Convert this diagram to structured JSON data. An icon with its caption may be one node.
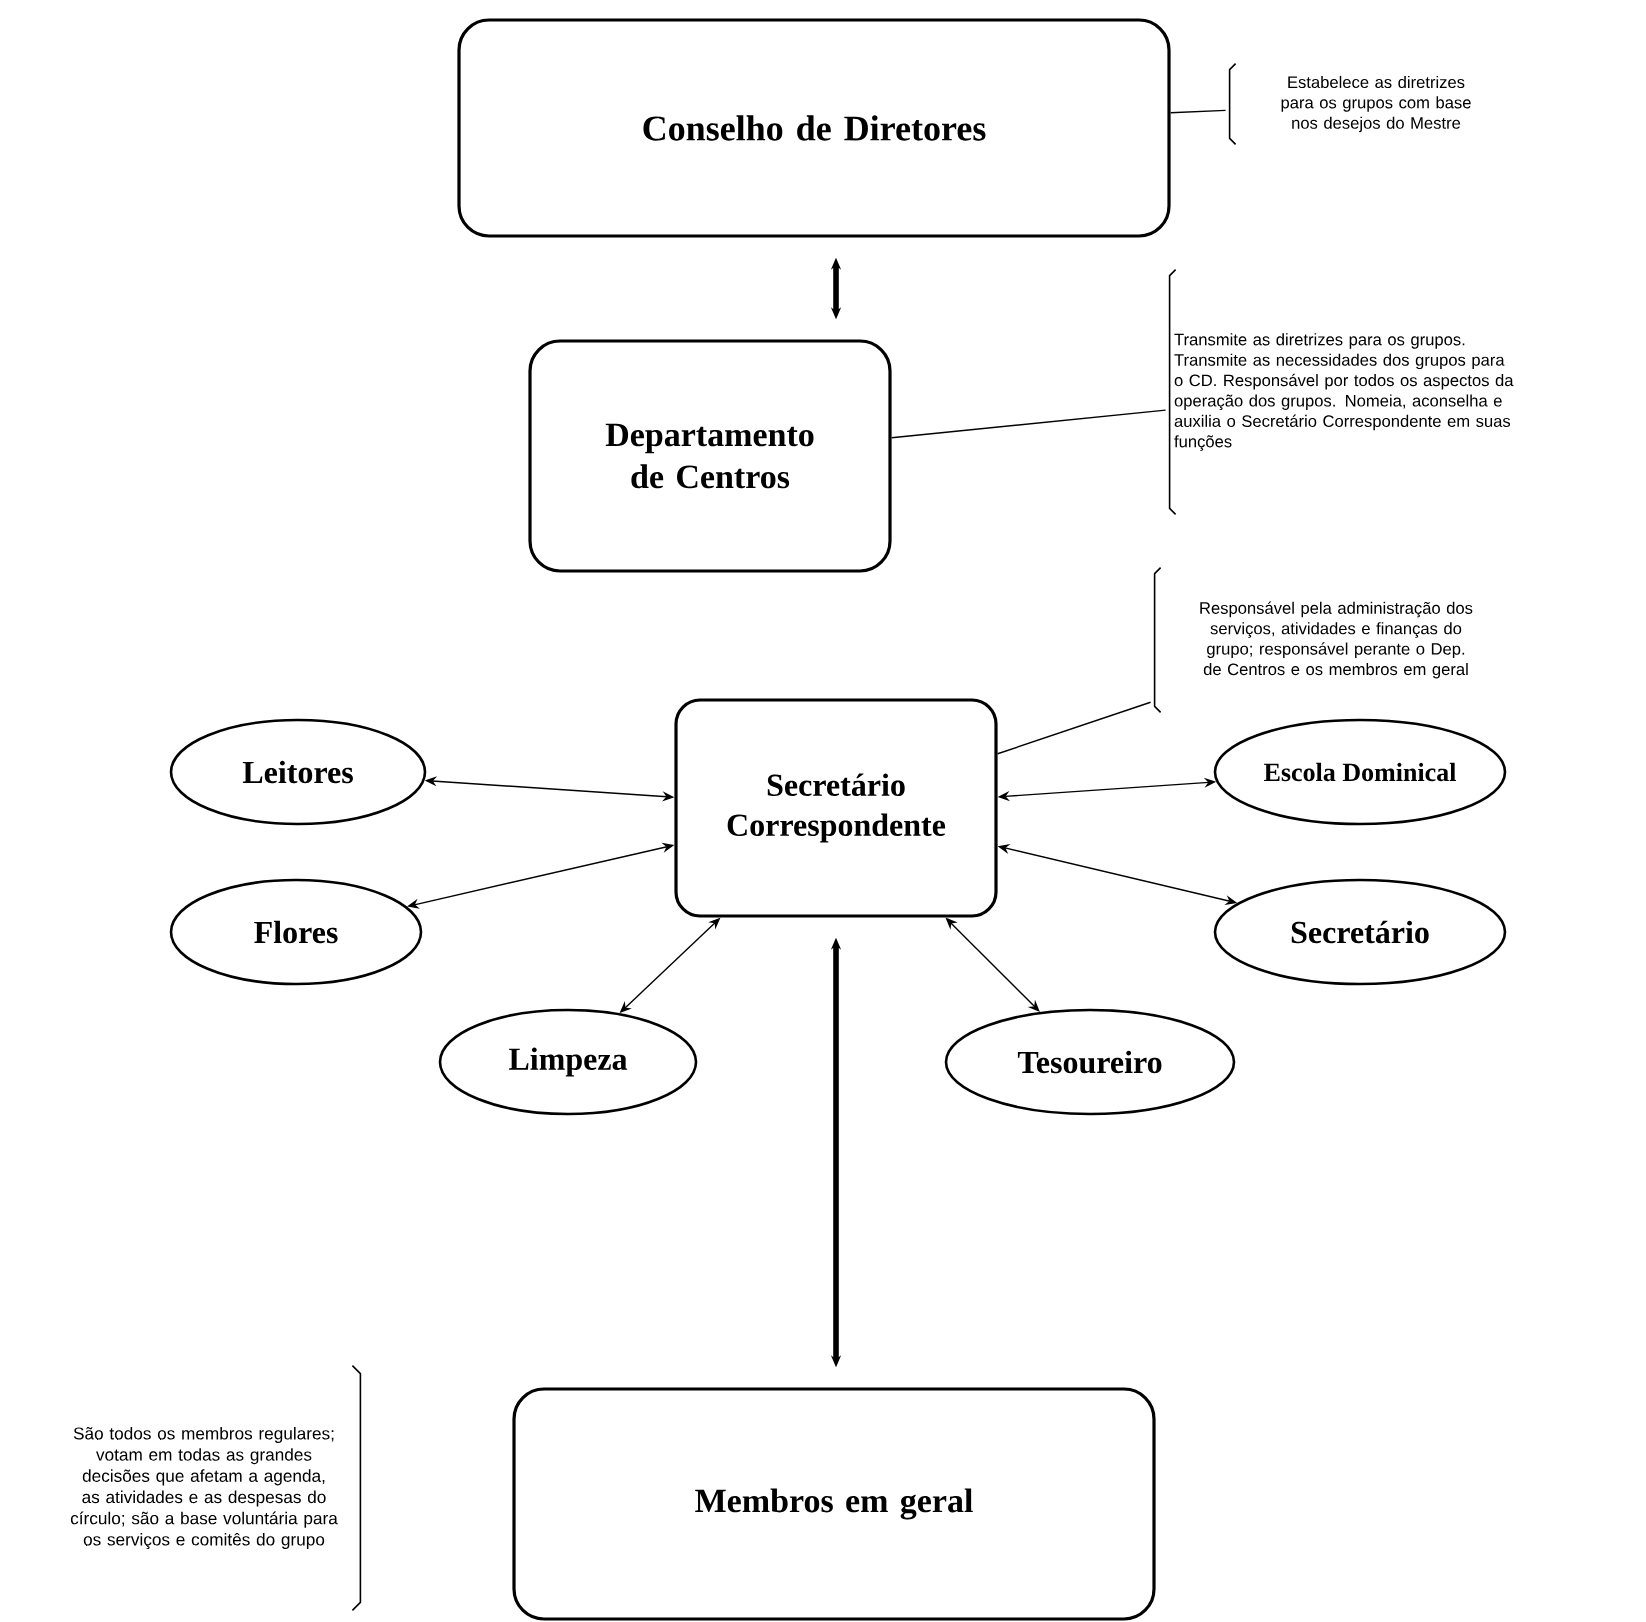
{
  "diagram": {
    "nodes": [
      {
        "text": [
          "Conselho de Diretores"
        ]
      },
      {
        "text": [
          "Estabelece as diretrizes para os grupos com base nos desejos do Mestre"
        ]
      },
      {
        "text": [
          "Departamento de Centros"
        ]
      },
      {
        "text": [
          "Transmite as diretrizes para os grupos. Transmite as necessidades dos grupos para o CD. Responsável por todos os aspectos da operação dos grupos. Nomeia, aconselha e auxilia o Secretário Correspondente em suas funções"
        ]
      },
      {
        "text": [
          "Responsável pela administração dos serviços, atividades e finanças do grupo; responsável perante o Dep. de Centros e os membros em geral"
        ]
      },
      {
        "text": [
          "Secretário Correspondente"
        ]
      },
      {
        "text": [
          "Leitores"
        ]
      },
      {
        "text": [
          "Flores"
        ]
      },
      {
        "text": [
          "Limpeza"
        ]
      },
      {
        "text": [
          "Escola Dominical"
        ]
      },
      {
        "text": [
          "Secretário"
        ]
      },
      {
        "text": [
          "Tesoureiro"
        ]
      },
      {
        "text": [
          "Membros em geral"
        ]
      }
    ],
    "edges": [
      {
        "from": 0,
        "to": 1,
        "arrow": "none"
      },
      {
        "from": 0,
        "to": 2,
        "arrow": "both",
        "style": "thick"
      },
      {
        "from": 2,
        "to": 3,
        "arrow": "none"
      },
      {
        "from": 5,
        "to": 4,
        "arrow": "none"
      },
      {
        "from": 5,
        "to": 6,
        "arrow": "both"
      },
      {
        "from": 5,
        "to": 7,
        "arrow": "both"
      },
      {
        "from": 5,
        "to": 8,
        "arrow": "both"
      },
      {
        "from": 5,
        "to": 9,
        "arrow": "both"
      },
      {
        "from": 5,
        "to": 10,
        "arrow": "both"
      },
      {
        "from": 5,
        "to": 11,
        "arrow": "both"
      },
      {
        "from": 5,
        "to": 12,
        "arrow": "both",
        "style": "thick"
      }
    ],
    "labels": [
      "São todos os membros regulares; votam em todas as grandes decisões que afetam a agenda, as atividades e as despesas do círculo; são a base voluntária para os serviços e comitês do grupo"
    ]
  }
}
